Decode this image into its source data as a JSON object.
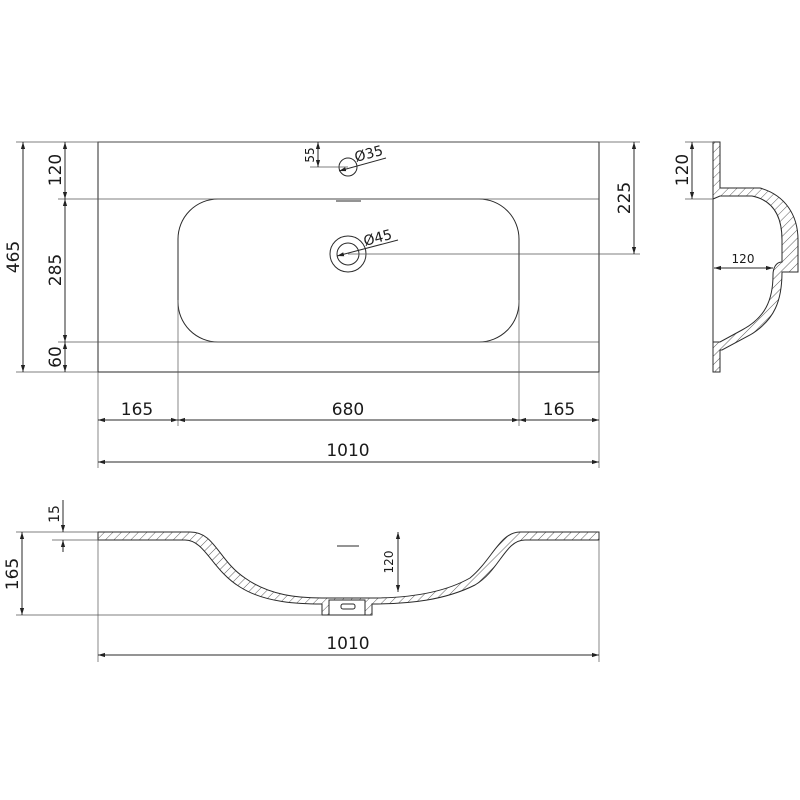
{
  "top_view": {
    "height_total": "465",
    "height_back": "120",
    "height_basin": "285",
    "height_front": "60",
    "tap_offset": "55",
    "tap_diameter": "Ø35",
    "drain_diameter": "Ø45",
    "drain_offset": "225",
    "width_left": "165",
    "width_basin": "680",
    "width_right": "165",
    "width_total": "1010"
  },
  "side_view": {
    "back_depth": "120",
    "bowl_depth": "120"
  },
  "front_section": {
    "slab_thickness": "15",
    "total_height": "165",
    "bowl_depth": "120",
    "width_total": "1010"
  }
}
